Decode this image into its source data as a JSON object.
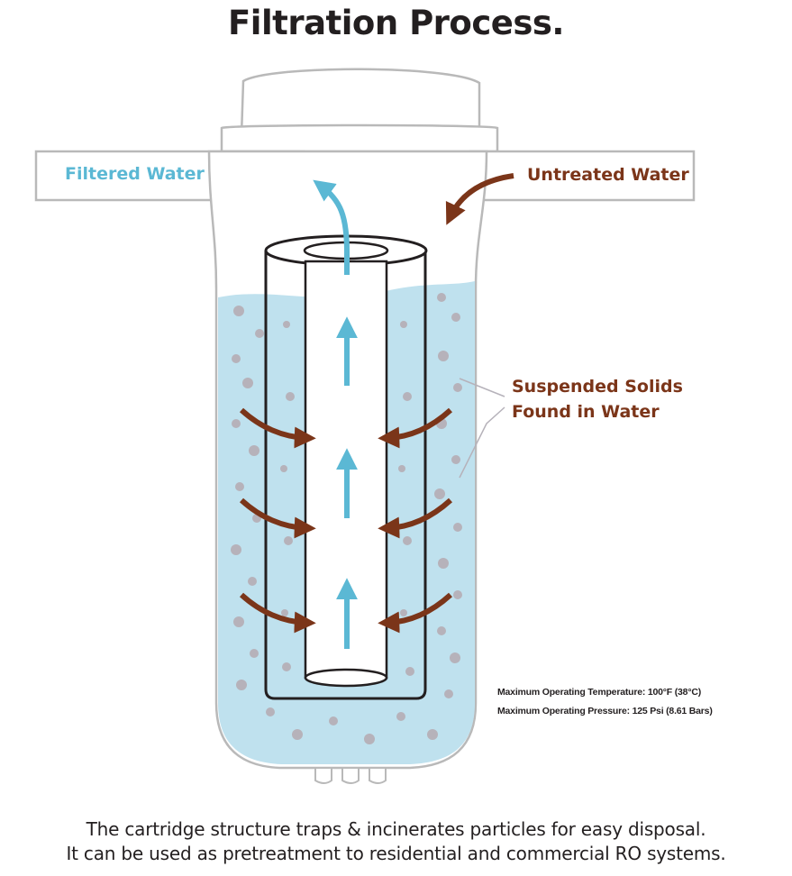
{
  "title": "Filtration Process.",
  "labels": {
    "filtered_water": "Filtered Water",
    "untreated_water": "Untreated Water",
    "suspended_solids_line1": "Suspended Solids",
    "suspended_solids_line2": "Found in Water"
  },
  "specs": {
    "max_temperature": "Maximum Operating Temperature: 100°F (38°C)",
    "max_pressure": "Maximum Operating Pressure: 125 Psi (8.61 Bars)"
  },
  "caption": {
    "line1": "The cartridge structure traps & incinerates particles for easy disposal.",
    "line2": "It can be used as pretreatment to residential and commercial RO systems."
  },
  "colors": {
    "filtered_blue": "#5bb8d4",
    "untreated_brown": "#7b3519",
    "water_fill": "#bfe1ee",
    "particle_gray": "#b6b2ba",
    "outline_dark": "#231f20",
    "housing_gray": "#b9b9b9"
  }
}
